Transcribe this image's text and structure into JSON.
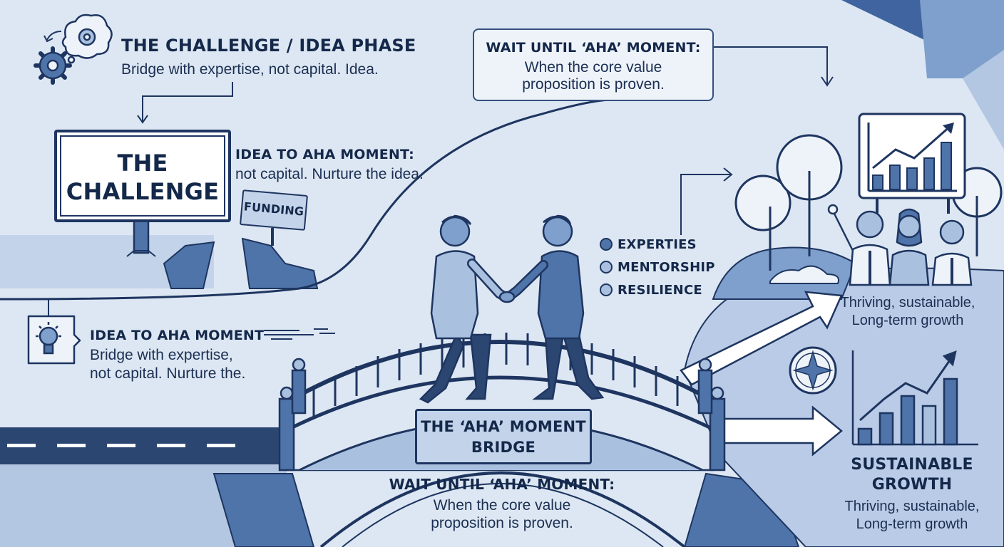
{
  "colors": {
    "background": "#dde7f3",
    "navy": "#1e3560",
    "mid_blue": "#4f74aa",
    "light_blue": "#a9c0df",
    "pale": "#eef3fa",
    "outline": "#34507e"
  },
  "challenge_phase": {
    "title": "THE CHALLENGE / IDEA PHASE",
    "body": "Bridge with expertise, not capital. Idea."
  },
  "challenge_sign": {
    "line1": "THE",
    "line2": "CHALLENGE"
  },
  "funding_sign": "FUNDING",
  "idea_to_aha_top": {
    "title": "IDEA TO AHA MOMENT:",
    "body": "not capital. Nurture the idea."
  },
  "idea_to_aha_left": {
    "title": "IDEA TO AHA MOMENT",
    "line1": "Bridge with expertise,",
    "line2": "not capital. Nurture the."
  },
  "wait_top": {
    "title": "WAIT UNTIL ‘AHA’ MOMENT:",
    "line1": "When the core value",
    "line2": "proposition is proven."
  },
  "bridge_sign": {
    "line1": "THE ‘AHA’ MOMENT",
    "line2": "BRIDGE"
  },
  "wait_bottom": {
    "title": "WAIT UNTIL ‘AHA’ MOMENT:",
    "line1": "When the core value",
    "line2": "proposition is proven."
  },
  "qualities": [
    "EXPERTIES",
    "MENTORSHIP",
    "RESILIENCE"
  ],
  "thriving_top": {
    "line1": "Thriving, sustainable,",
    "line2": "Long-term growth"
  },
  "sustainable": {
    "title1": "SUSTAINABLE",
    "title2": "GROWTH",
    "line1": "Thriving, sustainable,",
    "line2": "Long-term growth"
  },
  "icons": [
    "gears-thought-icon",
    "lightbulb-icon",
    "compass-icon",
    "growth-chart-icon",
    "bar-chart-icon",
    "handshake-icon",
    "people-icon",
    "trees-icon",
    "bridge-icon"
  ]
}
